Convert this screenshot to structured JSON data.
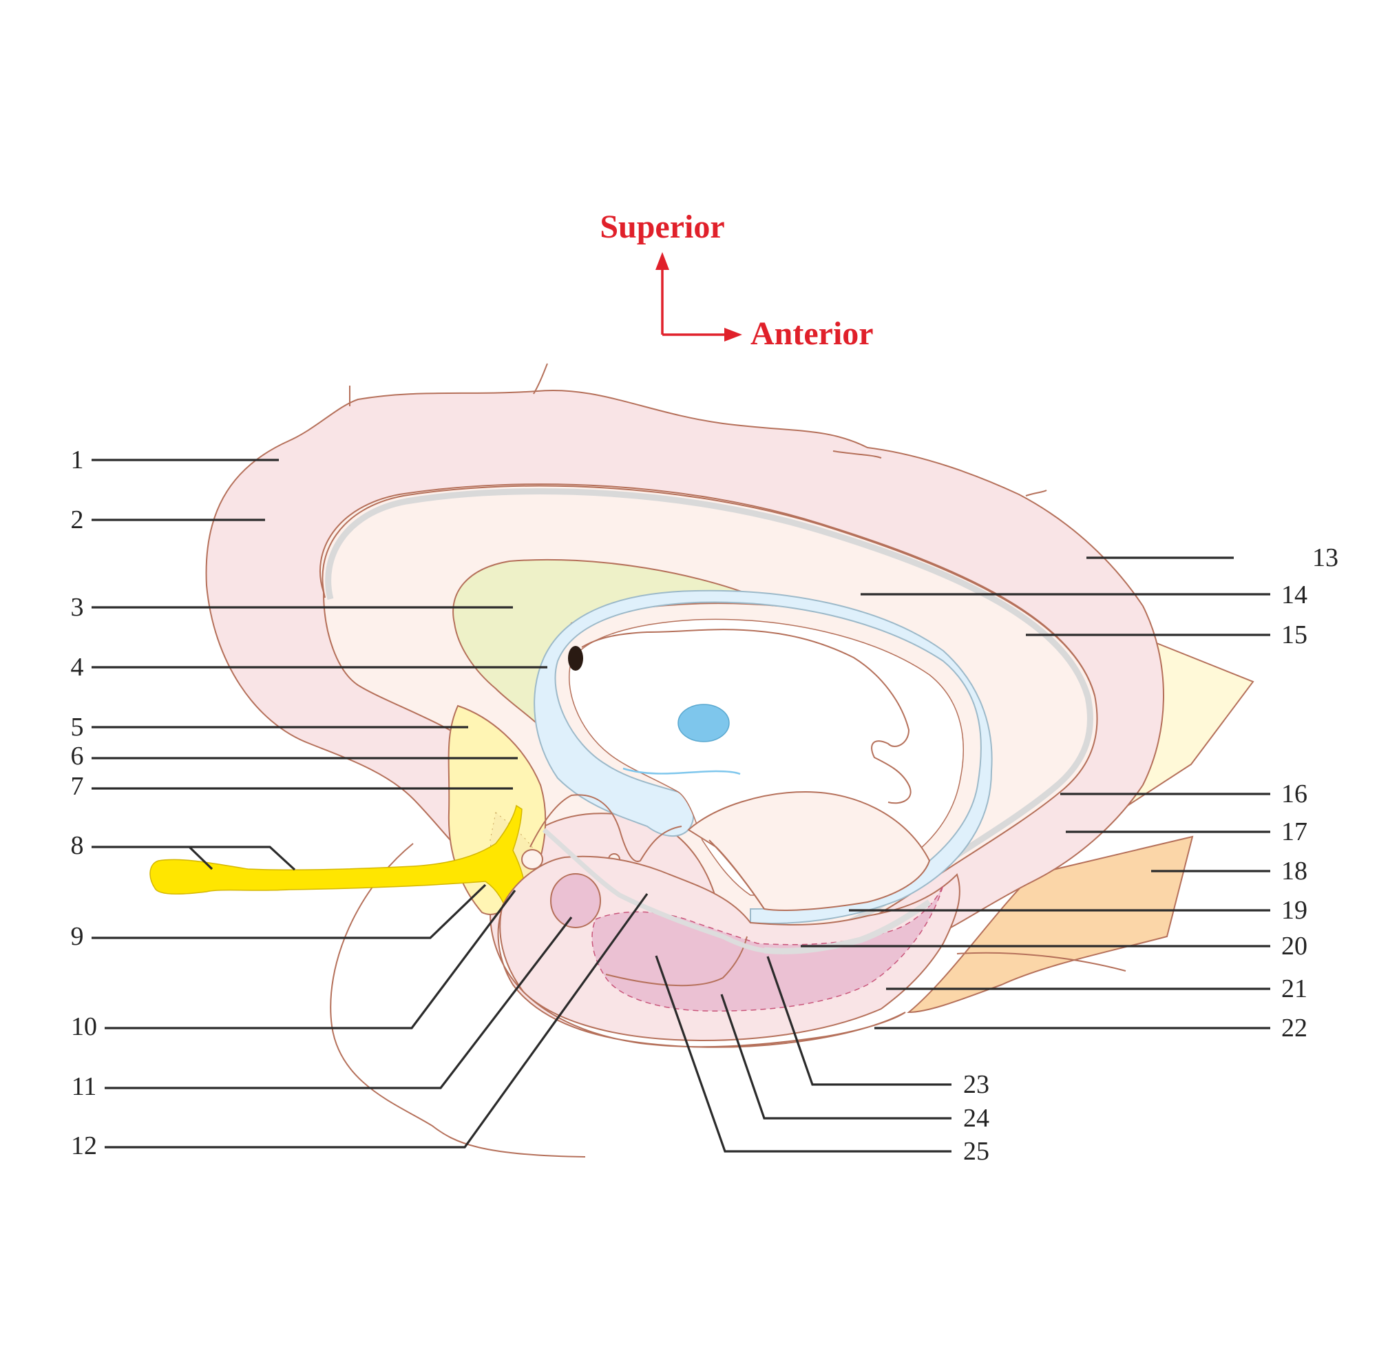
{
  "orientation": {
    "superior": "Superior",
    "anterior": "Anterior",
    "color": "#e0202a"
  },
  "labels": [
    "1",
    "2",
    "3",
    "4",
    "5",
    "6",
    "7",
    "8",
    "9",
    "10",
    "11",
    "12",
    "13",
    "14",
    "15",
    "16",
    "17",
    "18",
    "19",
    "20",
    "21",
    "22",
    "23",
    "24",
    "25"
  ],
  "colors": {
    "cortex": "#f9e4e6",
    "white_matter": "#fdf1ec",
    "outline": "#b5705a",
    "ventricle": "#dff0fb",
    "ventricle_edge": "#9cb9c9",
    "septal_green": "#eef1c8",
    "olfactory_yellow": "#ffe600",
    "pale_yellow": "#fff5b4",
    "cream": "#fff9d8",
    "amygdala_purple": "#ebc1d3",
    "orange": "#fbd6a8",
    "blue_dot": "#7ec6ec"
  }
}
